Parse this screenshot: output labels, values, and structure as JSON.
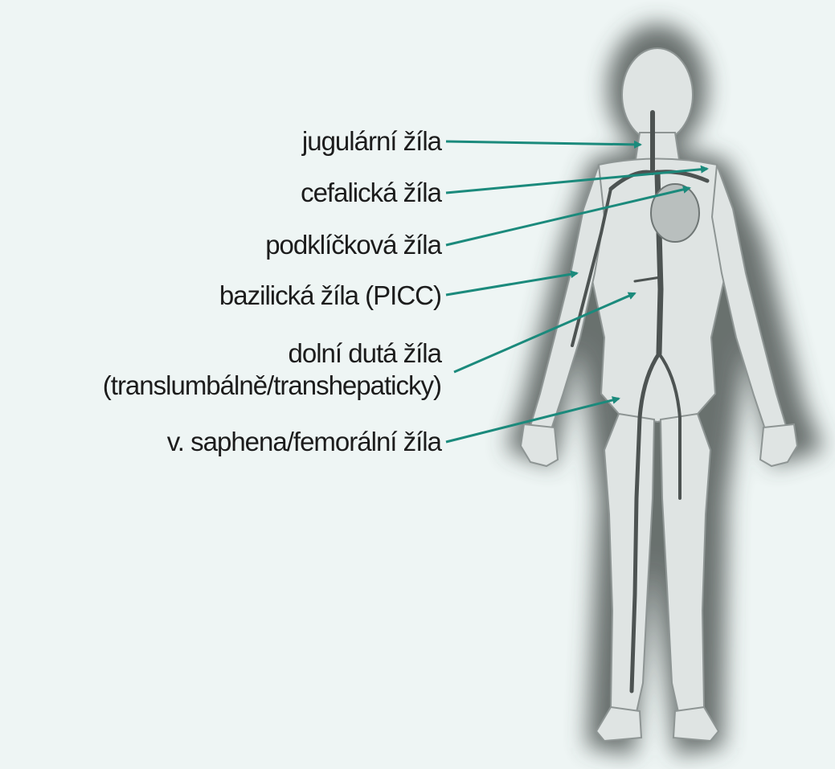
{
  "diagram": {
    "accent_color": "#1b8a7c",
    "background_color": "#eef5f4",
    "figure": "human-body-silhouette",
    "labels": {
      "jugular": "jugulární žíla",
      "cephalic": "cefalická žíla",
      "subclavian": "podklíčková žíla",
      "basilic": "bazilická žíla (PICC)",
      "ivc_line1": "dolní dutá žíla",
      "ivc_line2": "(translumbálně/transhepaticky)",
      "saphena": "v. saphena/femorální žíla"
    }
  }
}
